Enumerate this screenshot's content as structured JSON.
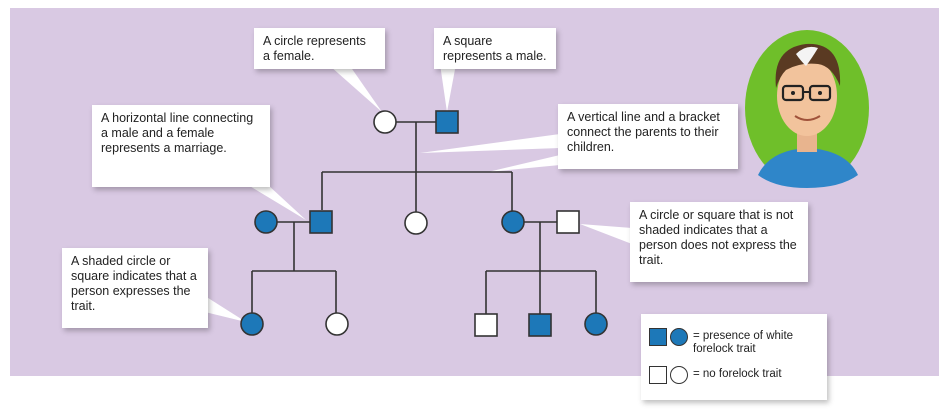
{
  "colors": {
    "background": "#d9c9e3",
    "shaded": "#1d78b8",
    "line": "#333333",
    "callout_bg": "#ffffff"
  },
  "callouts": {
    "circle_female": "A circle represents a female.",
    "square_male": "A square represents a male.",
    "marriage_line": "A horizontal line connecting a male and a female represents a marriage.",
    "vertical_bracket": "A vertical line and a bracket connect the parents to their children.",
    "shaded_trait": "A shaded circle or square indicates that a person expresses the trait.",
    "not_shaded": "A circle or square that is not shaded indicates that a person does not express the trait."
  },
  "legend": {
    "presence_label": "= presence of white forelock trait",
    "absence_label": "= no forelock trait"
  },
  "pedigree": {
    "generation_1": [
      {
        "sex": "female",
        "shaded": false
      },
      {
        "sex": "male",
        "shaded": true
      }
    ],
    "generation_2": [
      {
        "sex": "female",
        "shaded": true,
        "note": "spouse"
      },
      {
        "sex": "male",
        "shaded": true
      },
      {
        "sex": "female",
        "shaded": false
      },
      {
        "sex": "female",
        "shaded": true
      },
      {
        "sex": "male",
        "shaded": false,
        "note": "spouse"
      }
    ],
    "generation_3": [
      {
        "sex": "female",
        "shaded": true
      },
      {
        "sex": "female",
        "shaded": false
      },
      {
        "sex": "male",
        "shaded": false
      },
      {
        "sex": "male",
        "shaded": true
      },
      {
        "sex": "female",
        "shaded": true
      }
    ]
  },
  "character_icon": "cartoon-man-white-forelock"
}
